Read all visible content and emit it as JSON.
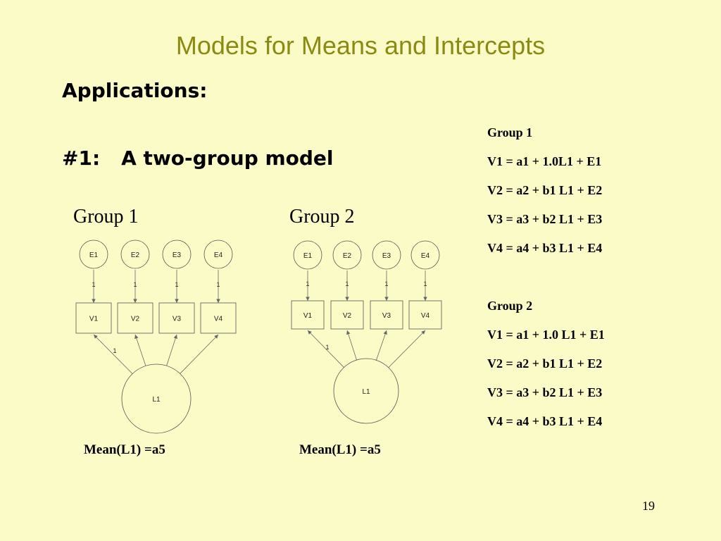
{
  "title": "Models for Means and Intercepts",
  "heading_applications": "Applications:",
  "heading_model_num": "#1:",
  "heading_model_text": "A two-group model",
  "diagrams": [
    {
      "label": "Group 1",
      "mean_label": "Mean(L1) =a5",
      "errors": [
        "E1",
        "E2",
        "E3",
        "E4"
      ],
      "observed": [
        "V1",
        "V2",
        "V3",
        "V4"
      ],
      "latent": "L1",
      "error_path_labels": [
        "1",
        "1",
        "1",
        "1"
      ],
      "loading_label": "1"
    },
    {
      "label": "Group 2",
      "mean_label": "Mean(L1) =a5",
      "errors": [
        "E1",
        "E2",
        "E3",
        "E4"
      ],
      "observed": [
        "V1",
        "V2",
        "V3",
        "V4"
      ],
      "latent": "L1",
      "error_path_labels": [
        "1",
        "1",
        "1",
        "1"
      ],
      "loading_label": "1"
    }
  ],
  "equations": {
    "group1_title": "Group 1",
    "group1": [
      "V1 = a1 + 1.0L1 + E1",
      "V2 = a2 + b1 L1 + E2",
      "V3 = a3 + b2 L1 + E3",
      "V4 = a4 + b3 L1 + E4"
    ],
    "group2_title": "Group 2",
    "group2": [
      "V1 = a1 + 1.0 L1 + E1",
      "V2 = a2 + b1 L1 + E2",
      "V3 = a3 + b2 L1 + E3",
      "V4 = a4 + b3 L1 + E4"
    ]
  },
  "page_number": "19",
  "colors": {
    "background": "#fbfbc8",
    "title": "#8a8a14"
  }
}
